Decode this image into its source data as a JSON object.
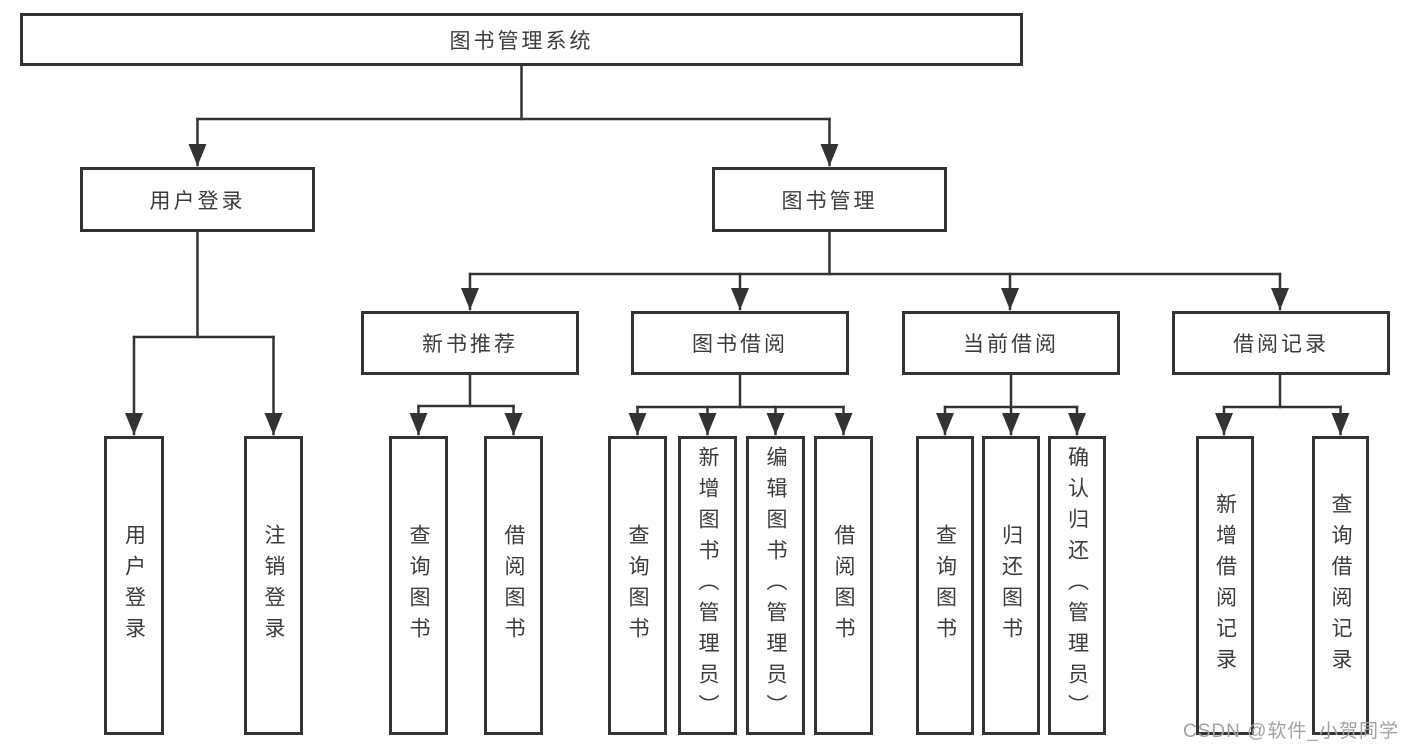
{
  "colors": {
    "line": "#333333",
    "box_border": "#333333",
    "box_fill": "#ffffff",
    "text": "#3c3c3c",
    "watermark": "#a2a2a2",
    "background": "#ffffff"
  },
  "tree": {
    "root": {
      "label": "图书管理系统"
    },
    "branches": [
      {
        "label": "用户登录",
        "children": [
          {
            "label": "用户登录"
          },
          {
            "label": "注销登录"
          }
        ]
      },
      {
        "label": "图书管理",
        "children": [
          {
            "label": "新书推荐",
            "children": [
              {
                "label": "查询图书"
              },
              {
                "label": "借阅图书"
              }
            ]
          },
          {
            "label": "图书借阅",
            "children": [
              {
                "label": "查询图书"
              },
              {
                "label": "新增图书（管理员）"
              },
              {
                "label": "编辑图书（管理员）"
              },
              {
                "label": "借阅图书"
              }
            ]
          },
          {
            "label": "当前借阅",
            "children": [
              {
                "label": "查询图书"
              },
              {
                "label": "归还图书"
              },
              {
                "label": "确认归还（管理员）"
              }
            ]
          },
          {
            "label": "借阅记录",
            "children": [
              {
                "label": "新增借阅记录"
              },
              {
                "label": "查询借阅记录"
              }
            ]
          }
        ]
      }
    ]
  },
  "watermark": {
    "text": "CSDN @软件_小贺同学"
  }
}
